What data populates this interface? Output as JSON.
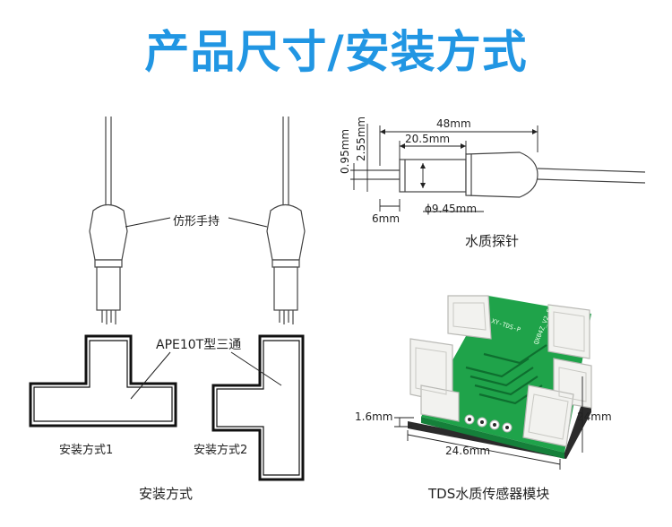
{
  "title": "产品尺寸/安装方式",
  "left_panel": {
    "handle_label": "仿形手持",
    "tee_label": "APE10T型三通",
    "mount1_label": "安装方式1",
    "mount2_label": "安装方式2",
    "caption": "安装方式"
  },
  "probe_panel": {
    "dim_total_length": "48mm",
    "dim_body_length": "20.5mm",
    "dim_pin_gap": "0.95mm",
    "dim_pin_span": "2.55mm",
    "dim_pin_length": "6mm",
    "dim_diameter": "ϕ9.45mm",
    "caption": "水质探针"
  },
  "module_panel": {
    "dim_thickness": "1.6mm",
    "dim_width": "24.6mm",
    "dim_height": "24mm",
    "pcb_label_top": "XY-TDS-P",
    "pcb_label_right": "QX04Z_V2.54",
    "caption": "TDS水质传感器模块"
  }
}
